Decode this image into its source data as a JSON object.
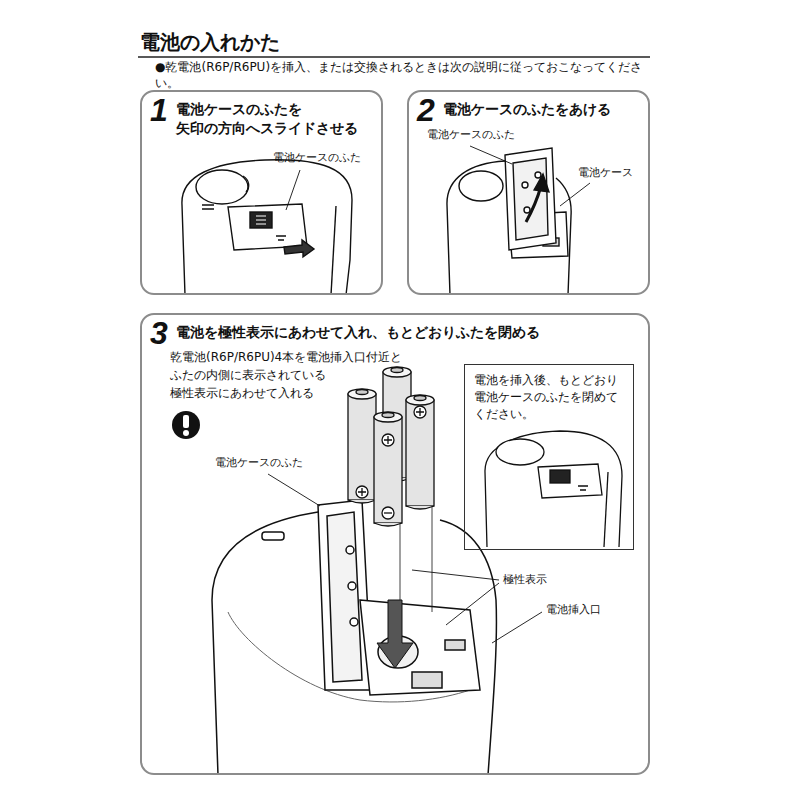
{
  "diagram": {
    "title": "電池の入れかた",
    "nodes": [
      {
        "text": [
          "1",
          "電池ケースのふたを 矢印の方向へスライドさせる"
        ]
      },
      {
        "text": [
          "2",
          "電池ケースのふたをあける"
        ]
      },
      {
        "text": [
          "3",
          "電池を極性表示にあわせて入れ、もとどおりふたを閉める"
        ]
      },
      {
        "text": [
          "電池を挿入後、もとどおり 電池ケースのふたを閉めてください。"
        ],
        "in": 2
      }
    ],
    "labels": [
      "●乾電池(R6P/R6PU)を挿入、または交換されるときは次の説明に従っておこなってください。",
      "電池ケースのふた",
      "電池ケースのふた",
      "電池ケース",
      "乾電池(R6P/R6PU)4本を電池挿入口付近と ふたの内側に表示されている 極性表示にあわせて入れる",
      "電池ケースのふた",
      "極性表示",
      "電池挿入口"
    ]
  }
}
